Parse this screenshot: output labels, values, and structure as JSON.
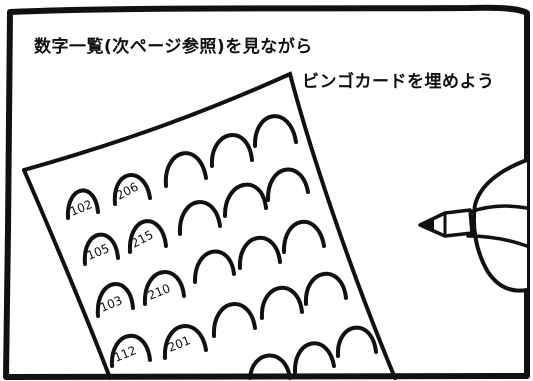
{
  "captions": {
    "line1": "数字一覧(次ページ参照)を見ながら",
    "line2": "ビンゴカードを埋めよう"
  },
  "card": {
    "filled_numbers": [
      "102",
      "206",
      "105",
      "215",
      "103",
      "210",
      "112",
      "201"
    ]
  },
  "colors": {
    "ink": "#111111",
    "paper": "#ffffff"
  }
}
